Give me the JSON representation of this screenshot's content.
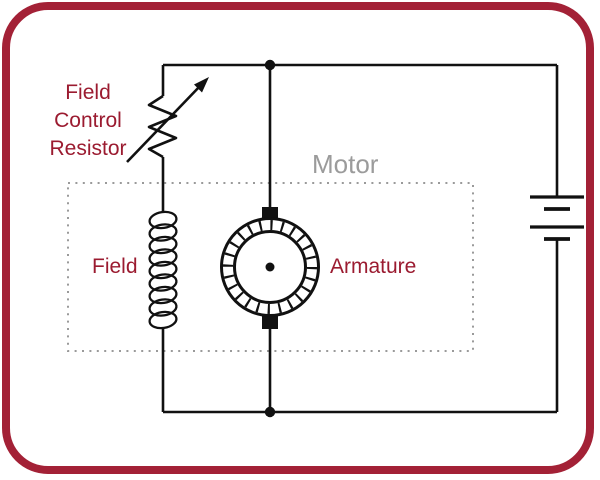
{
  "diagram": {
    "type": "electrical-circuit",
    "labels": {
      "field_control_resistor": "Field\nControl\nResistor",
      "motor": "Motor",
      "field": "Field",
      "armature": "Armature"
    },
    "colors": {
      "label_red": "#9B1B30",
      "frame_red": "#A32136",
      "motor_gray": "#9B9B9B",
      "wire_black": "#111111",
      "dotted_gray": "#9A9A9A"
    },
    "components": [
      {
        "name": "field-control-resistor",
        "symbol": "variable-resistor-with-arrow",
        "label": "Field Control Resistor"
      },
      {
        "name": "field-winding",
        "symbol": "coil",
        "label": "Field"
      },
      {
        "name": "armature",
        "symbol": "dc-machine-commutator-circle",
        "label": "Armature"
      },
      {
        "name": "motor-boundary",
        "symbol": "dotted-rectangle",
        "label": "Motor"
      },
      {
        "name": "battery",
        "symbol": "two-cell-battery",
        "label": ""
      }
    ]
  }
}
